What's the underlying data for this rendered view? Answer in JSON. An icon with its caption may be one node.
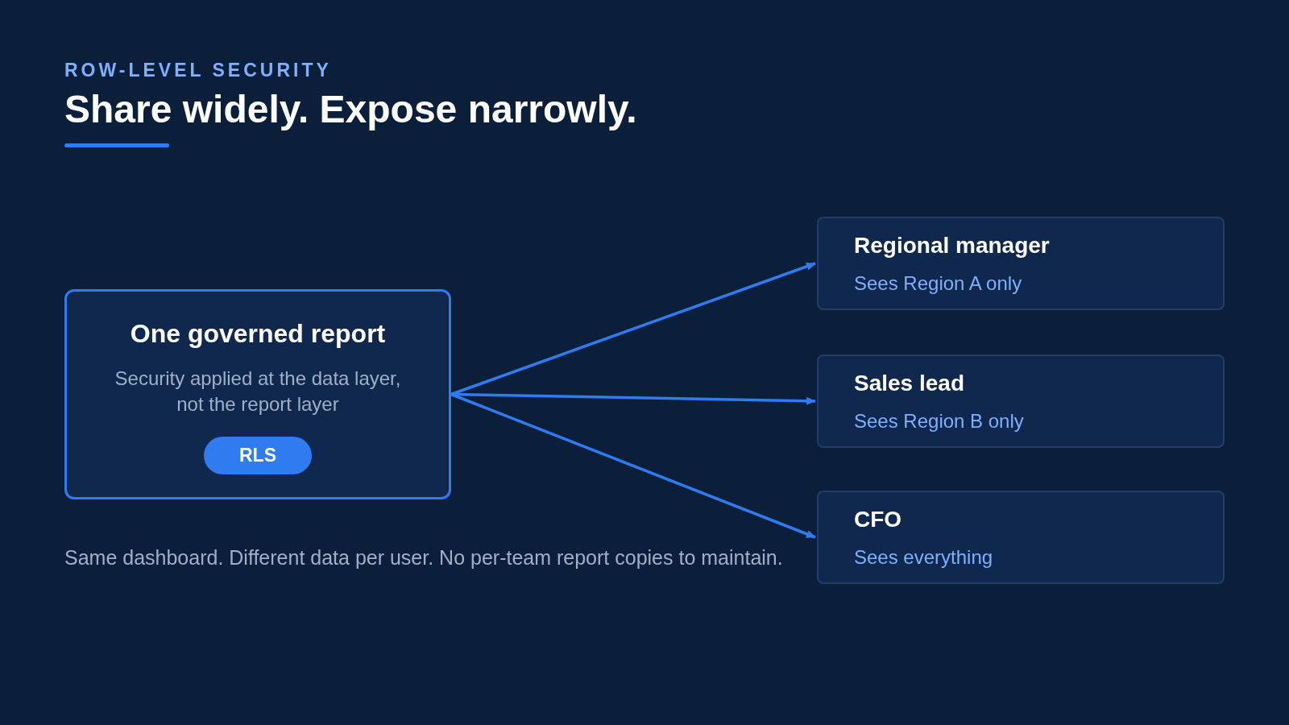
{
  "diagram": {
    "title": "Share widely. Expose narrowly.",
    "nodes": [
      {
        "text": [
          "One governed report",
          "Security applied at the data layer, not the report layer"
        ]
      },
      {
        "text": [
          "RLS"
        ],
        "in": 0
      },
      {
        "text": [
          "Regional manager",
          "Sees Region A only"
        ]
      },
      {
        "text": [
          "Sales lead",
          "Sees Region B only"
        ]
      },
      {
        "text": [
          "CFO",
          "Sees everything"
        ]
      }
    ],
    "edges": [
      {
        "from": 0,
        "to": 2,
        "arrow": "to"
      },
      {
        "from": 0,
        "to": 3,
        "arrow": "to"
      },
      {
        "from": 0,
        "to": 4,
        "arrow": "to"
      }
    ],
    "labels": [
      "ROW-LEVEL SECURITY",
      "Same dashboard. Different data per user. No per-team report copies to maintain."
    ]
  }
}
